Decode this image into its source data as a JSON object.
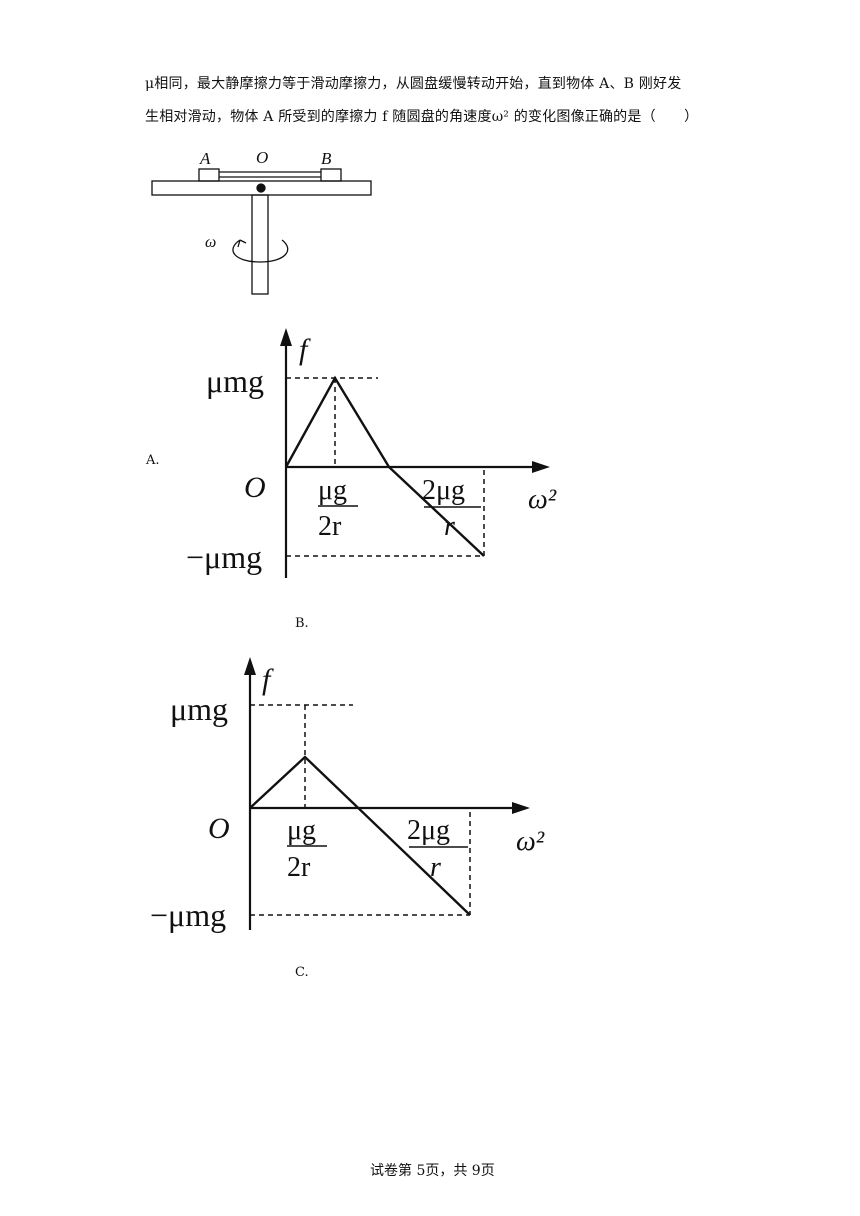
{
  "question": {
    "line1": "μ相同，最大静摩擦力等于滑动摩擦力，从圆盘缓慢转动开始，直到物体 A、B 刚好发",
    "line2": "生相对滑动，物体 A 所受到的摩擦力 f 随圆盘的角速度ω² 的变化图像正确的是（　　）"
  },
  "figure": {
    "label_a": "A",
    "label_o": "O",
    "label_b": "B",
    "label_omega": "ω"
  },
  "options": {
    "a_label": "A.",
    "b_label": "B.",
    "c_label": "C."
  },
  "graph_b": {
    "y_label": "f",
    "x_label": "ω²",
    "origin": "O",
    "top_tick": "μmg",
    "bottom_tick": "−μmg",
    "x_tick1_num": "μg",
    "x_tick1_den": "2r",
    "x_tick2_num": "2μg",
    "x_tick2_den": "r"
  },
  "graph_c": {
    "y_label": "f",
    "x_label": "ω²",
    "origin": "O",
    "top_tick": "μmg",
    "bottom_tick": "−μmg",
    "x_tick1_num": "μg",
    "x_tick1_den": "2r",
    "x_tick2_num": "2μg",
    "x_tick2_den": "r"
  },
  "footer": {
    "page": "试卷第 5页，共 9页"
  }
}
